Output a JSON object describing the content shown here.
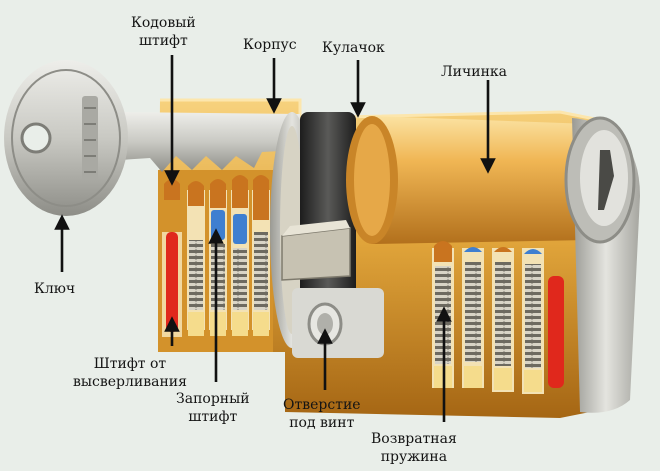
{
  "labels": {
    "code_pin": [
      "Кодовый",
      "штифт"
    ],
    "housing": "Корпус",
    "cam": "Кулачок",
    "larva": "Личинка",
    "key": "Ключ",
    "anti_drill_pin": [
      "Штифт от",
      "высверливания"
    ],
    "locking_pin": [
      "Запорный",
      "штифт"
    ],
    "screw_hole": [
      "Отверстие",
      "под винт"
    ],
    "return_spring": [
      "Возвратная",
      "пружина"
    ]
  },
  "colors": {
    "background": "#e9eee9",
    "brass": "#e0a43a",
    "brass_dark": "#a56614",
    "brass_light": "#f7d27e",
    "steel": "#c9c9c3",
    "steel_dark": "#8d8d87",
    "cam_black": "#2b2b2b",
    "pin_orange": "#c9741f",
    "pin_blue": "#3f7fd0",
    "pin_red": "#e0281c",
    "spring": "#a8a49a",
    "arrow": "#111111"
  },
  "icons": {
    "key": "key-icon"
  }
}
